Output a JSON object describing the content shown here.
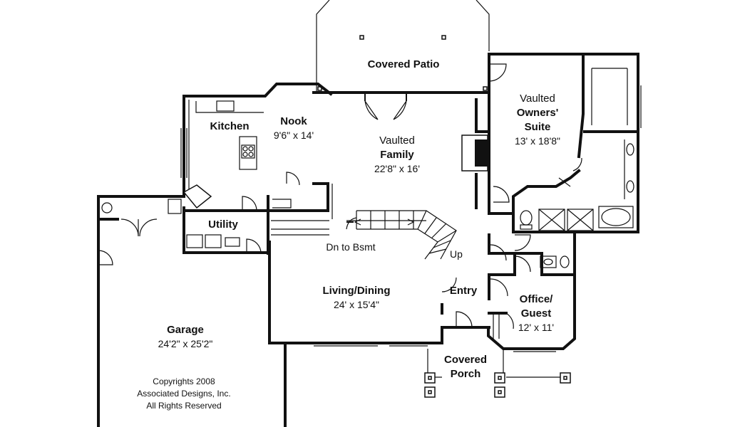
{
  "rooms": {
    "covered_patio": {
      "line1": "Covered Patio"
    },
    "nook": {
      "line1": "Nook",
      "dims": "9'6\" x 14'"
    },
    "kitchen": {
      "line1": "Kitchen"
    },
    "family": {
      "line1": "Vaulted",
      "line2": "Family",
      "dims": "22'8\" x 16'"
    },
    "owners_suite": {
      "line1": "Vaulted",
      "line2": "Owners'",
      "line3": "Suite",
      "dims": "13' x 18'8\""
    },
    "utility": {
      "line1": "Utility"
    },
    "living_dining": {
      "line1": "Living/Dining",
      "dims": "24' x 15'4\""
    },
    "entry": {
      "line1": "Entry"
    },
    "office": {
      "line1": "Office/",
      "line2": "Guest",
      "dims": "12' x 11'"
    },
    "garage": {
      "line1": "Garage",
      "dims": "24'2\" x 25'2\""
    },
    "covered_porch": {
      "line1": "Covered",
      "line2": "Porch"
    }
  },
  "stairs": {
    "down": "Dn to Bsmt",
    "up": "Up"
  },
  "copyright": {
    "line1": "Copyrights 2008",
    "line2": "Associated Designs, Inc.",
    "line3": "All Rights Reserved"
  }
}
